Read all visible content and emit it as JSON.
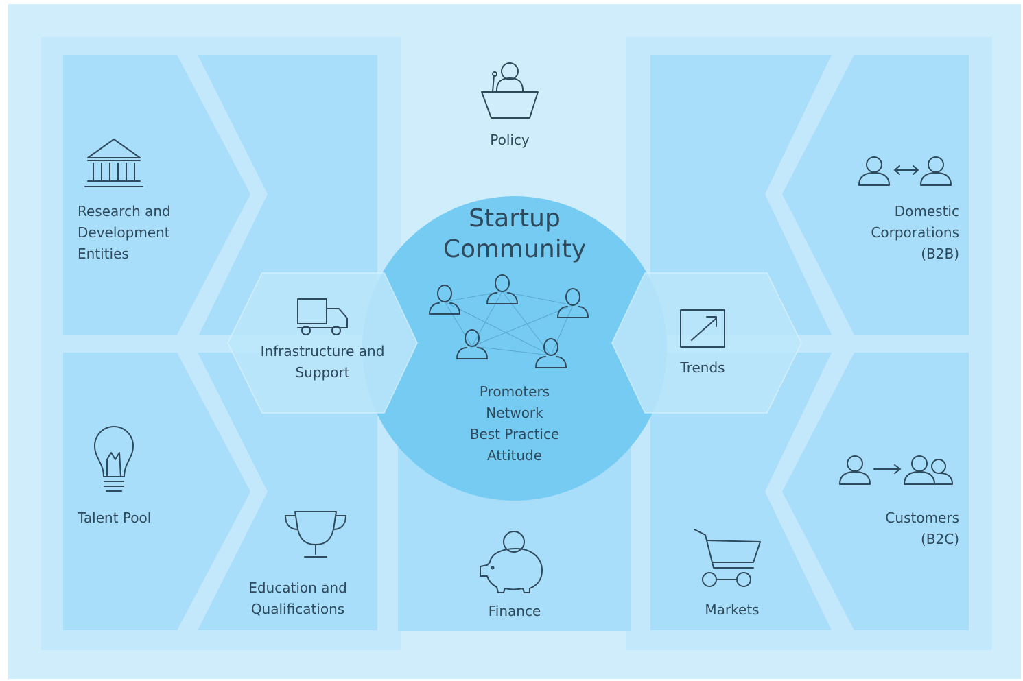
{
  "diagram": {
    "center": {
      "title_lines": [
        "Startup",
        "Community"
      ],
      "items": [
        "Promoters",
        "Network",
        "Best Practice",
        "Attitude"
      ]
    },
    "nodes": {
      "policy": {
        "lines": [
          "Policy"
        ],
        "icon": "podium-icon"
      },
      "finance": {
        "lines": [
          "Finance"
        ],
        "icon": "piggy-bank-icon"
      },
      "research": {
        "lines": [
          "Research and",
          "Development",
          "Entities"
        ],
        "icon": "institution-icon"
      },
      "talent": {
        "lines": [
          "Talent Pool"
        ],
        "icon": "lightbulb-icon"
      },
      "infrastructure": {
        "lines": [
          "Infrastructure and",
          "Support"
        ],
        "icon": "truck-icon"
      },
      "education": {
        "lines": [
          "Education and",
          "Qualifications"
        ],
        "icon": "trophy-icon"
      },
      "trends": {
        "lines": [
          "Trends"
        ],
        "icon": "trend-arrow-icon"
      },
      "markets": {
        "lines": [
          "Markets"
        ],
        "icon": "shopping-cart-icon"
      },
      "domestic": {
        "lines": [
          "Domestic",
          "Corporations",
          "(B2B)"
        ],
        "icon": "b2b-people-icon"
      },
      "customers": {
        "lines": [
          "Customers",
          "(B2C)"
        ],
        "icon": "b2c-people-icon"
      }
    },
    "colors": {
      "background": "#d0edfb",
      "panel": "#a8defa",
      "panel_border": "#bfe6fb",
      "circle": "#76cbf2",
      "hexagon": "#bce7fb",
      "text": "#2e4a5c"
    }
  }
}
